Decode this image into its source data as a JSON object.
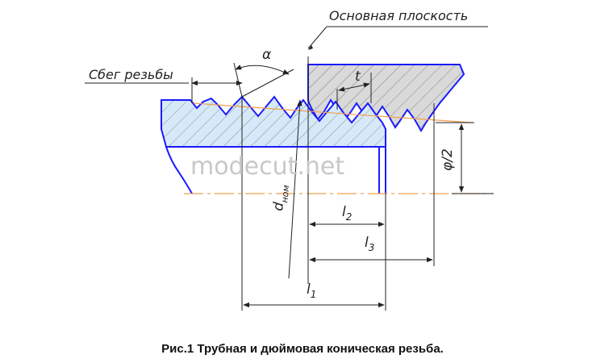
{
  "labels": {
    "main_plane": "Основная плоскость",
    "thread_runout": "Сбег резьбы",
    "angle": "α",
    "pitch": "t",
    "diameter": "d",
    "diameter_sub": "ном",
    "taper": "φ/2",
    "l1": "l",
    "l1_sub": "1",
    "l2": "l",
    "l2_sub": "2",
    "l3": "l",
    "l3_sub": "3"
  },
  "watermark": "modecut.net",
  "caption": "Рис.1 Трубная и дюймовая коническая резьба.",
  "colors": {
    "outline": "#1a1aff",
    "pipe_fill": "#d6e9f8",
    "coupling_fill": "#d9d9d9",
    "axis": "#f0a050",
    "dim": "#222222"
  }
}
